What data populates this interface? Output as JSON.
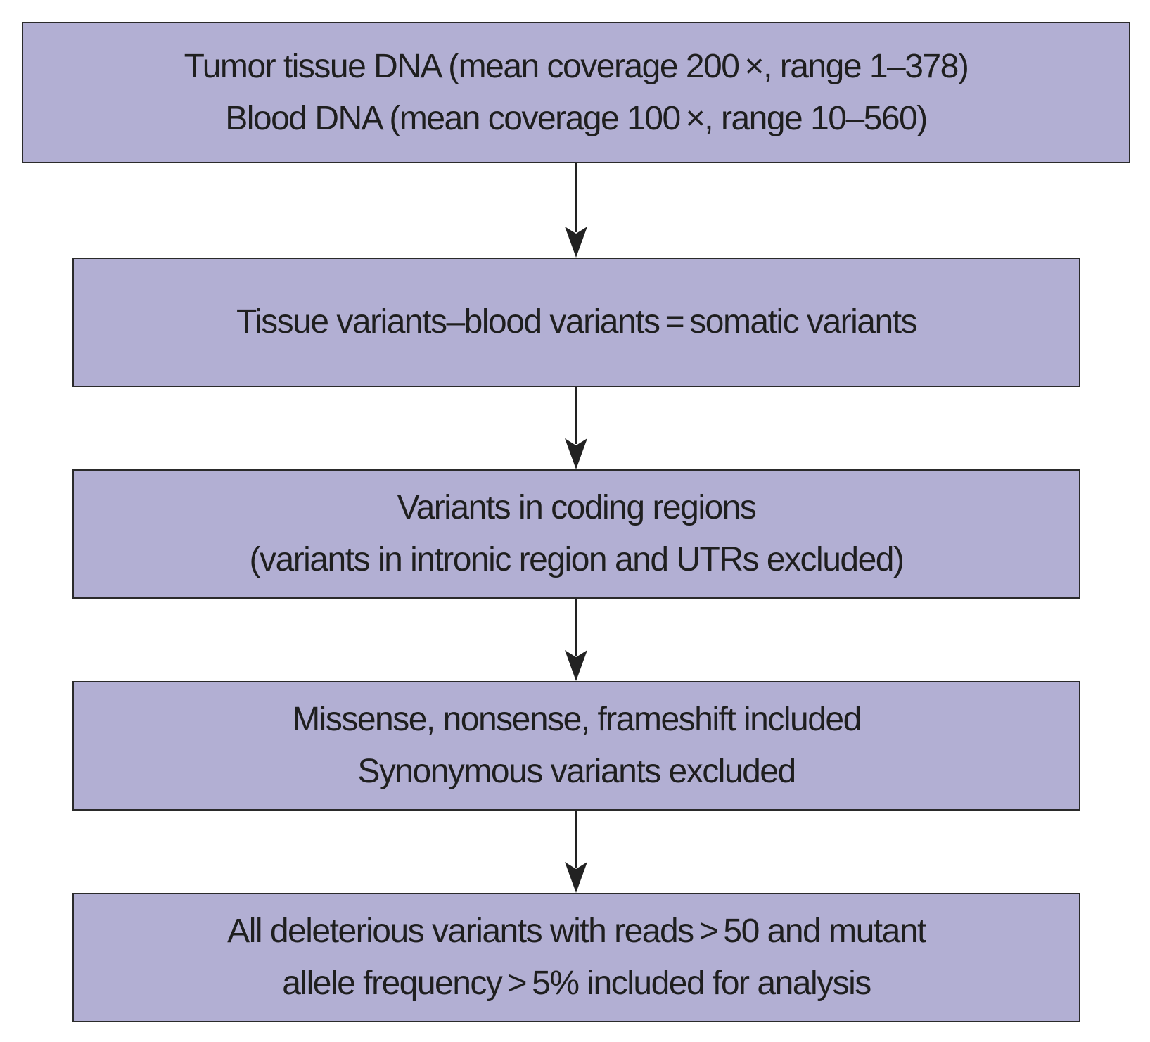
{
  "flowchart": {
    "steps": [
      {
        "lines": [
          "Tumor tissue DNA (mean coverage 200 ×, range 1–378)",
          "Blood DNA (mean coverage 100 ×, range 10–560)"
        ]
      },
      {
        "lines": [
          "Tissue variants–blood variants = somatic variants"
        ]
      },
      {
        "lines": [
          "Variants in coding regions",
          "(variants in intronic region and UTRs excluded)"
        ]
      },
      {
        "lines": [
          "Missense, nonsense, frameshift included",
          "Synonymous variants excluded"
        ]
      },
      {
        "lines": [
          "All deleterious variants with reads > 50 and mutant",
          "allele frequency > 5% included for analysis"
        ]
      }
    ]
  },
  "colors": {
    "box_fill": "#b2afd3",
    "box_border": "#2a2a2a",
    "arrow": "#222222",
    "text": "#1f1f1f"
  }
}
